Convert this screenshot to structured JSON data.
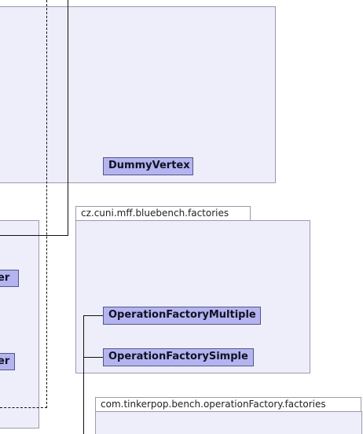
{
  "diagram": {
    "packages": {
      "top": {},
      "left": {},
      "factories": {
        "title": "cz.cuni.mff.bluebench.factories"
      },
      "tinkerpop": {
        "title": "com.tinkerpop.bench.operationFactory.factories"
      }
    },
    "classes": {
      "dummy_vertex": "DummyVertex",
      "left_upper": "er",
      "left_lower": "er",
      "operation_factory_multiple": "OperationFactoryMultiple",
      "operation_factory_simple": "OperationFactorySimple"
    },
    "colors": {
      "package_fill": "#eeeefa",
      "package_border": "#9a9aaa",
      "class_fill": "#b4b4f0",
      "class_border": "#55558a",
      "connector": "#111111"
    }
  }
}
